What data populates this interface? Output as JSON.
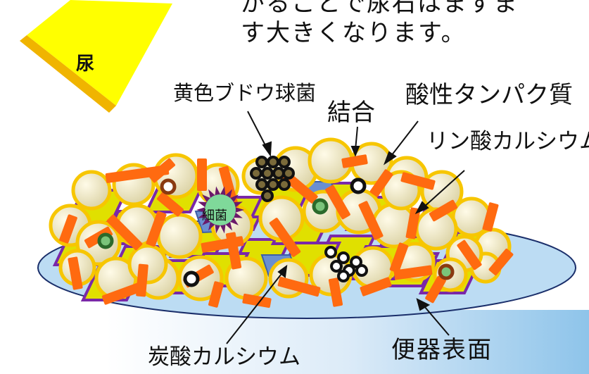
{
  "heading": "がることで尿石はますま\nす大きくなります。",
  "urine_label": "尿",
  "labels": {
    "staph": "黄色ブドウ球菌",
    "binding": "結合",
    "acid_protein": "酸性タンパク質",
    "calcium_phosphate": "リン酸カルシウム",
    "bacteria": "細菌",
    "calcium_carbonate": "炭酸カルシウム",
    "toilet_surface": "便器表面"
  },
  "colors": {
    "urine_yellow": "#ffff00",
    "urine_edge": "#f0b400",
    "bead_fill": "#ece6bf",
    "bead_ring": "#f7c600",
    "binding_bar": "#ff6a10",
    "acid_protein_edge": "#7a28a8",
    "calcium_phosphate_fill": "#e0e000",
    "calcium_carbonate_fill": "#6a8fd0",
    "surface_fill": "#bcdcf3",
    "surface_edge": "#1a2e6a",
    "bacteria_fill": "#7fd99a",
    "bacteria_spikes": "#6a1a6a",
    "staph_ring": "#111111",
    "staph_fill": "#7a6a3a"
  }
}
